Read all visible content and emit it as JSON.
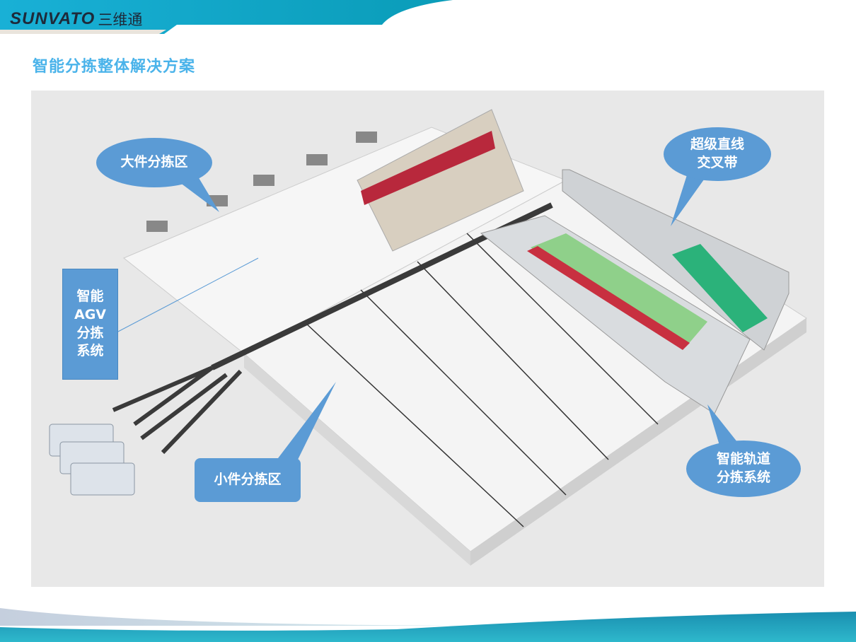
{
  "header": {
    "logo_en": "SUNVATO",
    "logo_cn": "三维通"
  },
  "title": "智能分拣整体解决方案",
  "callouts": {
    "large_zone": "大件分拣区",
    "agv_line1": "智能",
    "agv_line2": "AGV",
    "agv_line3": "分拣",
    "agv_line4": "系统",
    "small_zone": "小件分拣区",
    "crossbelt_line1": "超级直线",
    "crossbelt_line2": "交叉带",
    "rail_line1": "智能轨道",
    "rail_line2": "分拣系统"
  },
  "colors": {
    "callout": "#5b9bd5",
    "title": "#4ab3ea",
    "header": "#12a6c8",
    "panel": "#e8e8e8"
  }
}
